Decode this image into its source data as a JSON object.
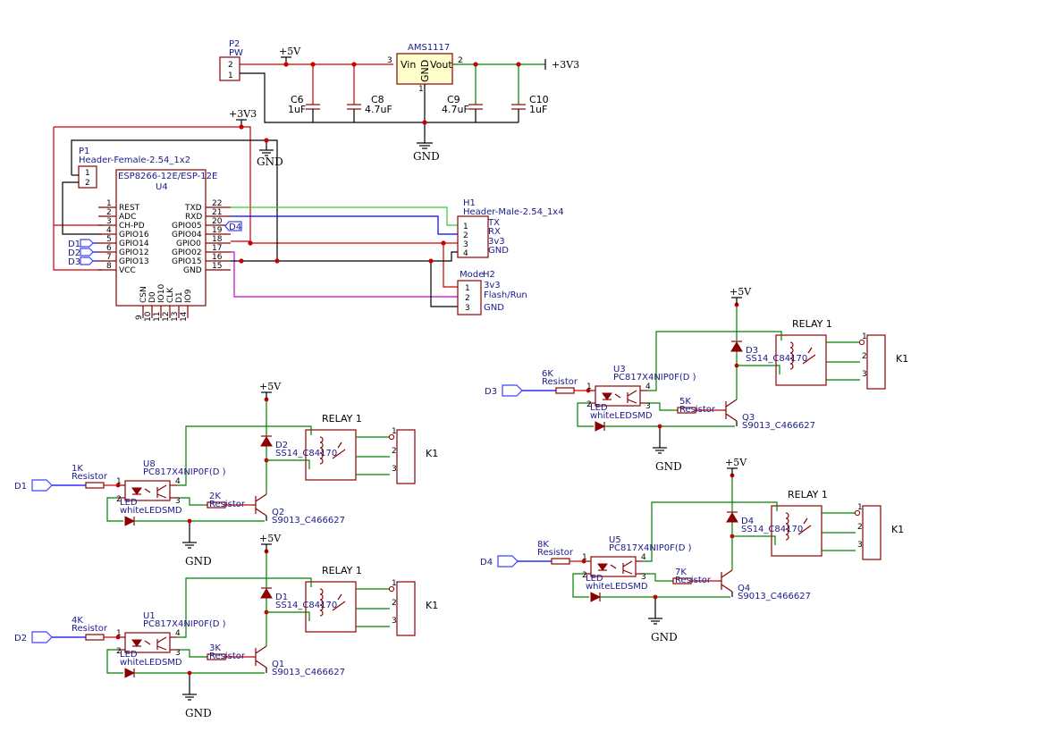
{
  "power": {
    "p5v": "+5V",
    "p3v3": "+3V3",
    "gnd": "GND"
  },
  "regulator": {
    "name": "AMS1117",
    "vin": "Vin",
    "vout": "Vout",
    "gnd": "GND",
    "pin_in": "3",
    "pin_out": "2",
    "pin_gnd": "1"
  },
  "caps": [
    {
      "ref": "C6",
      "value": "1uF"
    },
    {
      "ref": "C8",
      "value": "4.7uF"
    },
    {
      "ref": "C9",
      "value": "4.7uF"
    },
    {
      "ref": "C10",
      "value": "1uF"
    }
  ],
  "p2": {
    "ref": "P2",
    "name": "PW",
    "pins": [
      "2",
      "1"
    ]
  },
  "p1": {
    "ref": "P1",
    "name": "Header-Female-2.54_1x2",
    "pins": [
      "1",
      "2"
    ]
  },
  "h1": {
    "ref": "H1",
    "name": "Header-Male-2.54_1x4",
    "pins": [
      "1",
      "2",
      "3",
      "4"
    ],
    "labels": [
      "TX",
      "RX",
      "3v3",
      "GND"
    ]
  },
  "h2": {
    "ref": "H2",
    "name": "Mode",
    "pins": [
      "1",
      "2",
      "3"
    ],
    "labels": [
      "3v3",
      "Flash/Run",
      "GND"
    ]
  },
  "esp": {
    "name": "ESP8266-12E/ESP-12E",
    "ref": "U4",
    "left_pins": [
      {
        "num": "1",
        "name": "REST"
      },
      {
        "num": "2",
        "name": "ADC"
      },
      {
        "num": "3",
        "name": "CH-PD"
      },
      {
        "num": "4",
        "name": "GPIO16"
      },
      {
        "num": "5",
        "name": "GPIO14"
      },
      {
        "num": "6",
        "name": "GPIO12"
      },
      {
        "num": "7",
        "name": "GPIO13"
      },
      {
        "num": "8",
        "name": "VCC"
      }
    ],
    "right_pins": [
      {
        "num": "22",
        "name": "TXD"
      },
      {
        "num": "21",
        "name": "RXD"
      },
      {
        "num": "20",
        "name": "GPIO05"
      },
      {
        "num": "19",
        "name": "GPIO04"
      },
      {
        "num": "18",
        "name": "GPIO0"
      },
      {
        "num": "17",
        "name": "GPIO02"
      },
      {
        "num": "16",
        "name": "GPIO15"
      },
      {
        "num": "15",
        "name": "GND"
      }
    ],
    "bottom_pins": [
      {
        "num": "9",
        "name": "CSN"
      },
      {
        "num": "10",
        "name": "D0"
      },
      {
        "num": "11",
        "name": "IO10"
      },
      {
        "num": "12",
        "name": "CLK"
      },
      {
        "num": "13",
        "name": "D1"
      },
      {
        "num": "14",
        "name": "IO9"
      }
    ]
  },
  "esp_nets": {
    "d1": "D1",
    "d2": "D2",
    "d3": "D3",
    "d4": "D4"
  },
  "channels": [
    {
      "net": "D1",
      "res_in_val": "1K",
      "res_label": "Resistor",
      "opto_ref": "U8",
      "opto_name": "PC817X4NIP0F(D )",
      "led_ref": "LED",
      "led_name": "whiteLEDSMD",
      "res_base_val": "2K",
      "q_ref": "Q2",
      "q_name": "S9013_C466627",
      "d_ref": "D2",
      "d_name": "SS14_C84170",
      "relay": "RELAY 1",
      "k": "K1",
      "p5v": "+5V",
      "gnd": "GND",
      "op_pins": [
        "1",
        "2",
        "3",
        "4"
      ],
      "k_pins": [
        "1",
        "2",
        "3"
      ]
    },
    {
      "net": "D2",
      "res_in_val": "4K",
      "res_label": "Resistor",
      "opto_ref": "U1",
      "opto_name": "PC817X4NIP0F(D )",
      "led_ref": "LED",
      "led_name": "whiteLEDSMD",
      "res_base_val": "3K",
      "q_ref": "Q1",
      "q_name": "S9013_C466627",
      "d_ref": "D1",
      "d_name": "SS14_C84170",
      "relay": "RELAY 1",
      "k": "K1",
      "p5v": "+5V",
      "gnd": "GND",
      "op_pins": [
        "1",
        "2",
        "3",
        "4"
      ],
      "k_pins": [
        "1",
        "2",
        "3"
      ]
    },
    {
      "net": "D3",
      "res_in_val": "6K",
      "res_label": "Resistor",
      "opto_ref": "U3",
      "opto_name": "PC817X4NIP0F(D )",
      "led_ref": "LED",
      "led_name": "whiteLEDSMD",
      "res_base_val": "5K",
      "q_ref": "Q3",
      "q_name": "S9013_C466627",
      "d_ref": "D3",
      "d_name": "SS14_C84170",
      "relay": "RELAY 1",
      "k": "K1",
      "p5v": "+5V",
      "gnd": "GND",
      "op_pins": [
        "1",
        "2",
        "3",
        "4"
      ],
      "k_pins": [
        "1",
        "2",
        "3"
      ]
    },
    {
      "net": "D4",
      "res_in_val": "8K",
      "res_label": "Resistor",
      "opto_ref": "U5",
      "opto_name": "PC817X4NIP0F(D )",
      "led_ref": "LED",
      "led_name": "whiteLEDSMD",
      "res_base_val": "7K",
      "q_ref": "Q4",
      "q_name": "S9013_C466627",
      "d_ref": "D4",
      "d_name": "SS14_C84170",
      "relay": "RELAY 1",
      "k": "K1",
      "p5v": "+5V",
      "gnd": "GND",
      "op_pins": [
        "1",
        "2",
        "3",
        "4"
      ],
      "k_pins": [
        "1",
        "2",
        "3"
      ]
    }
  ]
}
